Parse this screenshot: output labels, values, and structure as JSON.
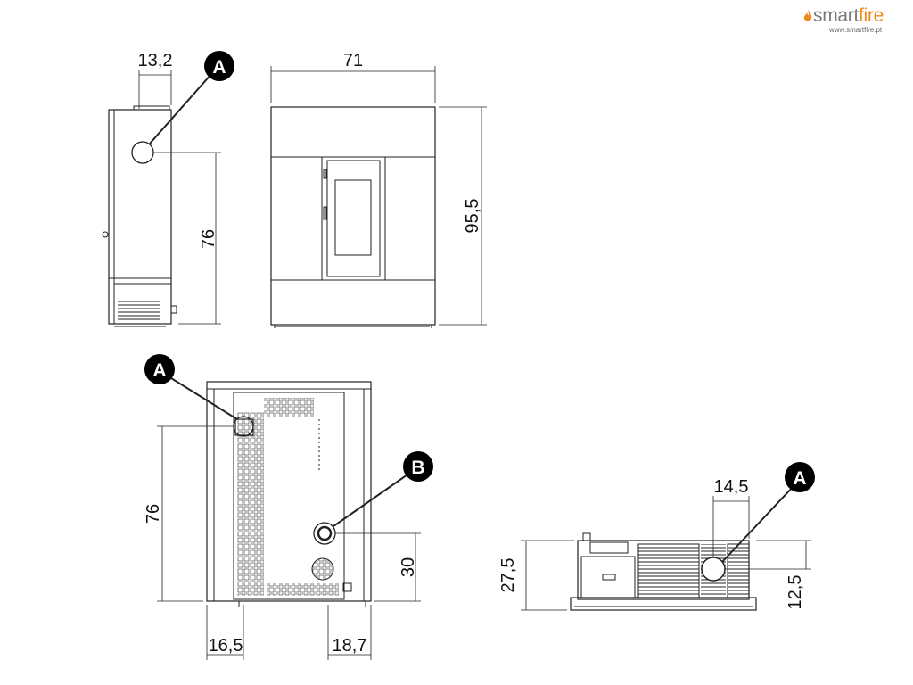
{
  "brand": {
    "logo_word_part1": "smart",
    "logo_word_part2": "fire",
    "website": "www.smartfire.pt",
    "colors": {
      "primary": "#7a7a7a",
      "accent": "#f08a1c"
    }
  },
  "markers": {
    "side_view": "A",
    "rear_view_top": "A",
    "rear_view_outlet": "B",
    "top_view": "A"
  },
  "dimensions": {
    "side_depth_offset": "13,2",
    "side_height": "76",
    "front_width": "71",
    "front_height": "95,5",
    "rear_height": "76",
    "rear_outlet_height": "30",
    "rear_left_offset": "16,5",
    "rear_right_offset": "18,7",
    "top_depth": "27,5",
    "top_width": "14,5",
    "top_offset": "12,5"
  }
}
